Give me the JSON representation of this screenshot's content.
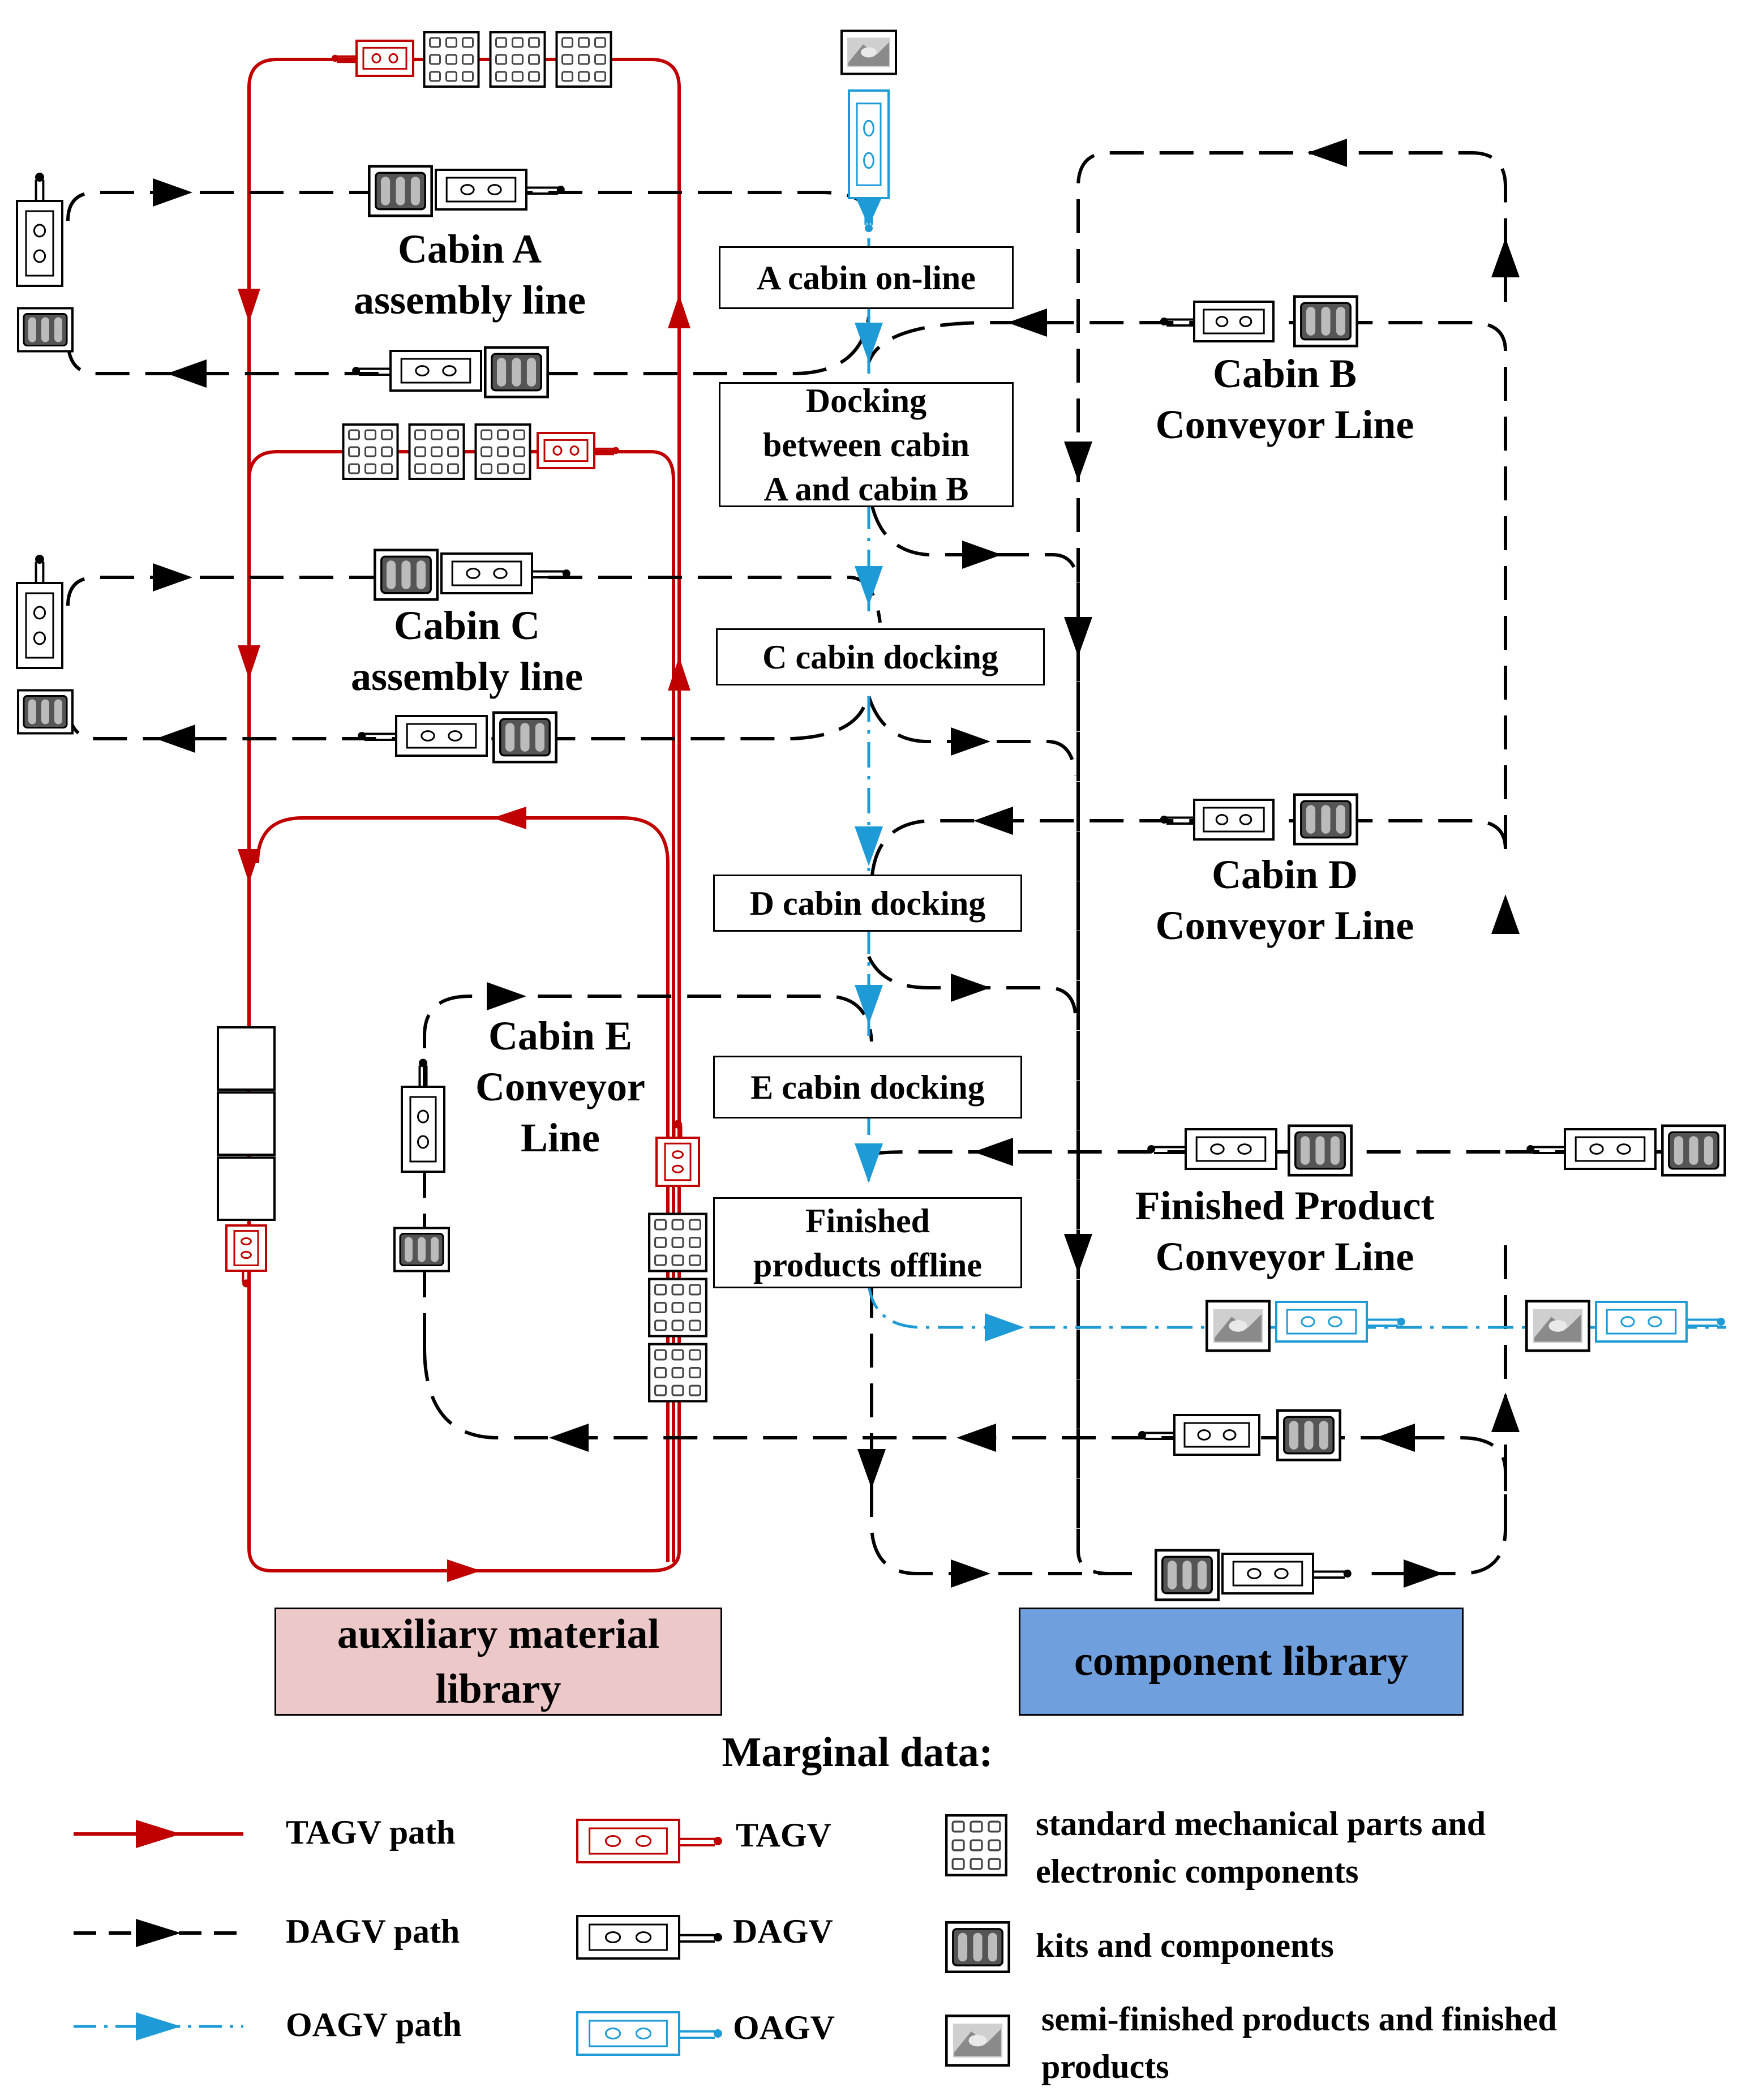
{
  "lines": {
    "cabin_a": "Cabin A\nassembly line",
    "cabin_b": "Cabin B\nConveyor Line",
    "cabin_c": "Cabin C\nassembly line",
    "cabin_d": "Cabin D\nConveyor Line",
    "cabin_e": "Cabin E\nConveyor\nLine",
    "finished": "Finished Product\nConveyor Line"
  },
  "stages": {
    "a_online": "A cabin on-line",
    "dock_ab": "Docking\nbetween cabin\nA and cabin B",
    "c_dock": "C cabin docking",
    "d_dock": "D cabin docking",
    "e_dock": "E cabin docking",
    "offline": "Finished\nproducts offline"
  },
  "libraries": {
    "auxiliary": "auxiliary material\nlibrary",
    "component": "component library"
  },
  "legend": {
    "title": "Marginal data:",
    "tagv_path": "TAGV path",
    "dagv_path": "DAGV path",
    "oagv_path": "OAGV path",
    "tagv": "TAGV",
    "dagv": "DAGV",
    "oagv": "OAGV",
    "standard_parts": "standard mechanical parts and\nelectronic components",
    "kits": "kits and components",
    "products": "semi-finished products and finished\nproducts"
  },
  "colors": {
    "tagv": "#c00000",
    "dagv": "#000000",
    "oagv": "#1e9bd7",
    "auxiliary_fill": "#ecc8c8",
    "component_fill": "#6f9fdc"
  }
}
